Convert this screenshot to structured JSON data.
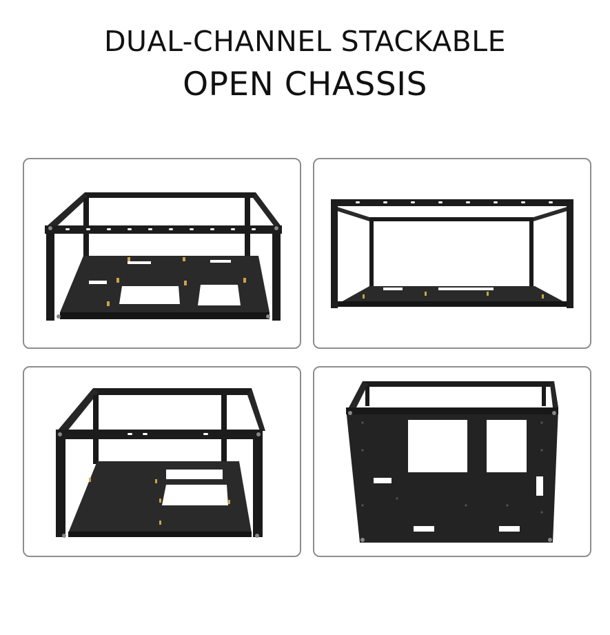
{
  "header": {
    "title_line1": "DUAL-CHANNEL STACKABLE",
    "title_line2": "OPEN CHASSIS"
  },
  "colors": {
    "frame": "#1c1c1c",
    "plate": "#2a2a2a",
    "standoff": "#c9a54a",
    "panel_border": "#8d8d8d",
    "background": "#ffffff"
  },
  "panels": [
    {
      "view": "front-angled-top"
    },
    {
      "view": "front-straight"
    },
    {
      "view": "side-angled"
    },
    {
      "view": "side-panel"
    }
  ]
}
